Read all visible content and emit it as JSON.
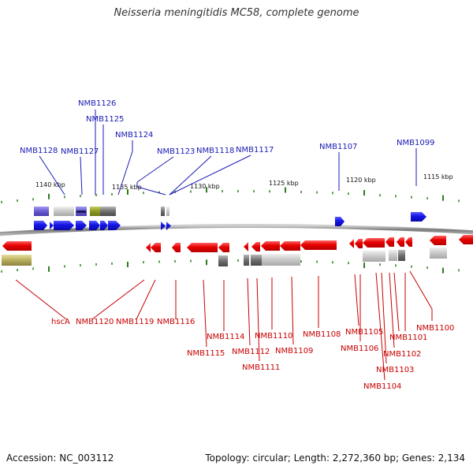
{
  "title": "Neisseria meningitidis MC58, complete genome",
  "footer": {
    "accession_label": "Accession:",
    "accession": "NC_003112",
    "topology_text": "Topology: circular; Length: 2,272,360 bp; Genes: 2,134"
  },
  "colors": {
    "forward": "#1515e6",
    "reverse": "#e60000",
    "ticks": "#2e7d1f",
    "backbone": "#8c8c8c"
  },
  "scale_labels": [
    "1140 kbp",
    "1135 kbp",
    "1130 kbp",
    "1125 kbp",
    "1120 kbp",
    "1115 kbp"
  ],
  "forward_genes": [
    "NMB1128",
    "NMB1127",
    "NMB1126",
    "NMB1125",
    "NMB1124",
    "NMB1123",
    "NMB1118",
    "NMB1117",
    "NMB1107",
    "NMB1099"
  ],
  "reverse_genes": [
    "hscA",
    "NMB1120",
    "NMB1119",
    "NMB1116",
    "NMB1115",
    "NMB1114",
    "NMB1112",
    "NMB1111",
    "NMB1110",
    "NMB1109",
    "NMB1108",
    "NMB1105",
    "NMB1106",
    "NMB1104",
    "NMB1103",
    "NMB1102",
    "NMB1101",
    "NMB1100"
  ]
}
